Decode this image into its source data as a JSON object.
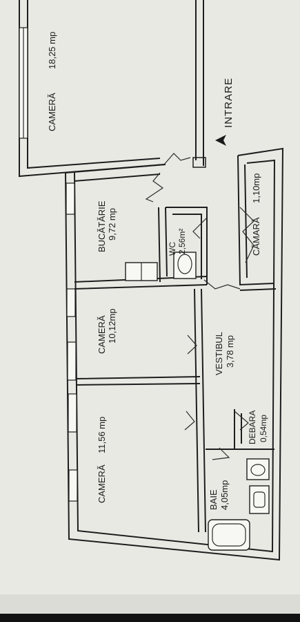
{
  "plan": {
    "entrance_label": "INTRARE",
    "rooms": [
      {
        "id": "camera-1",
        "name": "CAMERĂ",
        "area": "18,25 mp"
      },
      {
        "id": "bucatarie",
        "name": "BUCĂTĂRIE",
        "area": "9,72 mp"
      },
      {
        "id": "wc",
        "name": "WC",
        "area": "2,56m²"
      },
      {
        "id": "camara",
        "name": "CĂMARĂ",
        "area": "1,10mp"
      },
      {
        "id": "camera-2",
        "name": "CAMERĂ",
        "area": "10,12mp"
      },
      {
        "id": "vestibul",
        "name": "VESTIBUL",
        "area": "3,78 mp"
      },
      {
        "id": "camera-3",
        "name": "CAMERĂ",
        "area": "11,56 mp"
      },
      {
        "id": "debara",
        "name": "DEBARA",
        "area": "0,54mp"
      },
      {
        "id": "baie",
        "name": "BAIE",
        "area": "4,05mp"
      }
    ]
  }
}
